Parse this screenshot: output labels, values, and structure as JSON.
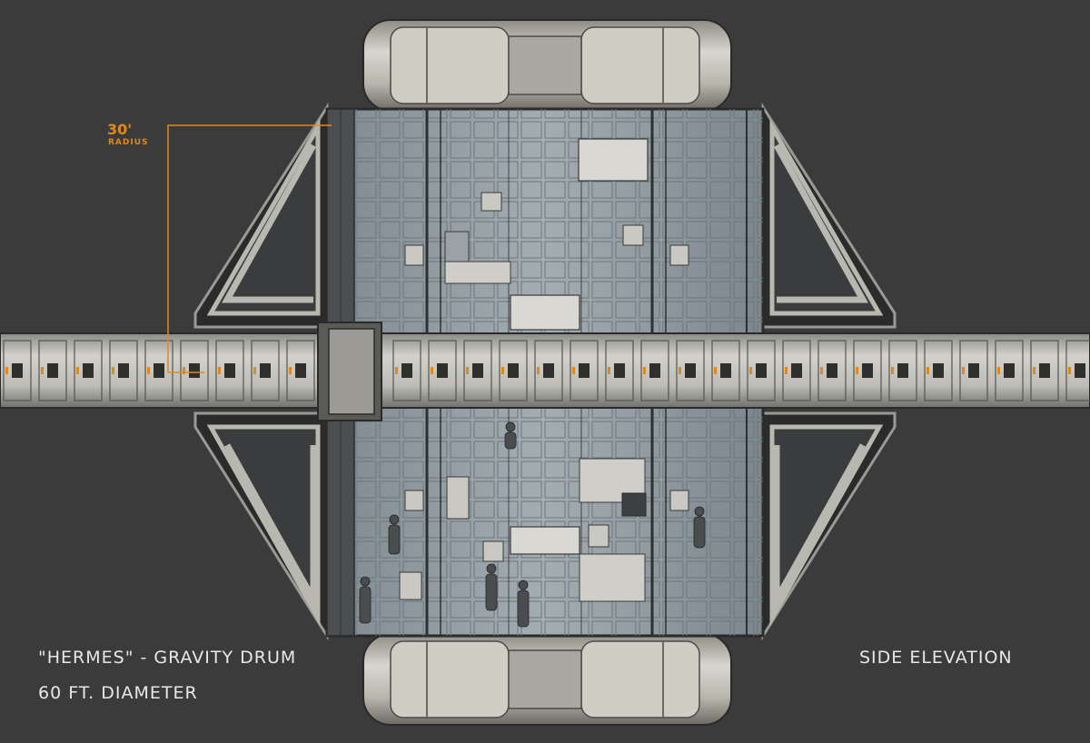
{
  "annotations": {
    "title": "\"HERMES\" - GRAVITY DRUM",
    "diameter": "60 FT. DIAMETER",
    "view": "SIDE ELEVATION",
    "radius_value": "30'",
    "radius_word": "RADIUS"
  },
  "colors": {
    "background": "#3b3b3b",
    "text": "#e8e8e8",
    "accent": "#e0891a",
    "hull_light": "#c9c7c0",
    "hull_dark": "#6f6f6f",
    "interior": "#8f9aa1",
    "frame": "#2a2a2a"
  }
}
